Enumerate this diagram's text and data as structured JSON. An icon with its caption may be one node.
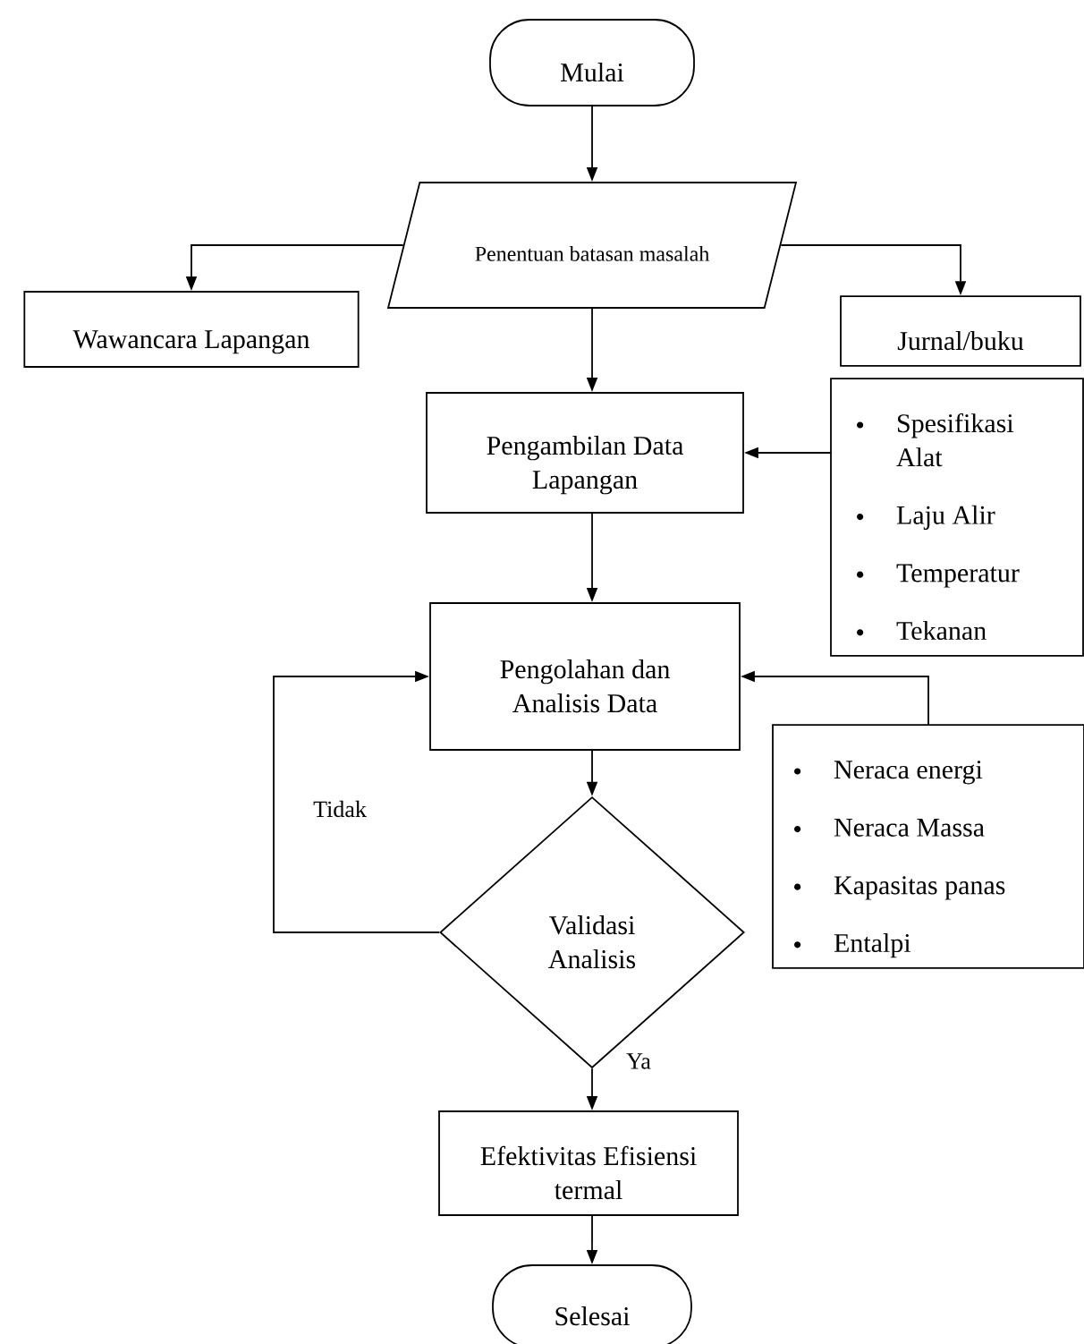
{
  "diagram": {
    "nodes": [
      {
        "text": [
          "Mulai"
        ]
      },
      {
        "text": [
          "Penentuan batasan masalah"
        ]
      },
      {
        "text": [
          "Wawancara Lapangan"
        ]
      },
      {
        "text": [
          "Jurnal/buku"
        ]
      },
      {
        "text": [
          "Pengambilan Data Lapangan"
        ]
      },
      {
        "text": [
          "Spesifikasi Alat",
          "Laju Alir",
          "Temperatur",
          "Tekanan"
        ]
      },
      {
        "text": [
          "Pengolahan dan Analisis Data"
        ]
      },
      {
        "text": [
          "Neraca energi",
          "Neraca Massa",
          "Kapasitas panas",
          "Entalpi"
        ]
      },
      {
        "text": [
          "Validasi Analisis"
        ]
      },
      {
        "text": [
          "Efektivitas Efisiensi termal"
        ]
      },
      {
        "text": [
          "Selesai"
        ]
      }
    ],
    "edges": [
      {
        "from": 0,
        "to": 1,
        "arrow": "to"
      },
      {
        "from": 1,
        "to": 2,
        "arrow": "to"
      },
      {
        "from": 1,
        "to": 3,
        "arrow": "to"
      },
      {
        "from": 1,
        "to": 4,
        "arrow": "to"
      },
      {
        "from": 5,
        "to": 4,
        "arrow": "to"
      },
      {
        "from": 4,
        "to": 6,
        "arrow": "to"
      },
      {
        "from": 7,
        "to": 6,
        "arrow": "to"
      },
      {
        "from": 6,
        "to": 8,
        "arrow": "to"
      },
      {
        "from": 8,
        "to": 6,
        "arrow": "to",
        "label": "Tidak"
      },
      {
        "from": 8,
        "to": 9,
        "arrow": "to",
        "label": "Ya"
      },
      {
        "from": 9,
        "to": 10,
        "arrow": "to"
      }
    ]
  }
}
